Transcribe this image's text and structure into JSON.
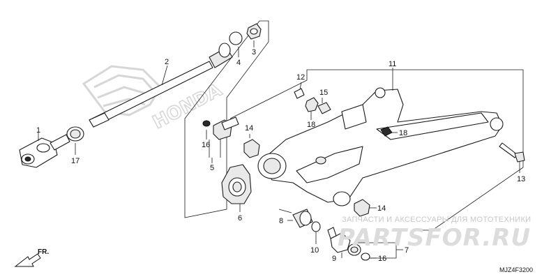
{
  "watermark": {
    "top": "ЗАПЧАСТИ И АКСЕССУАРЫ ДЛЯ МОТОТЕХНИКИ",
    "brand": "PARTSFOR.RU"
  },
  "logo_text": "HONDA",
  "diagram_code": "MJZ4F3200",
  "direction_label": "FR.",
  "callouts": {
    "c1": "1",
    "c2": "2",
    "c3": "3",
    "c4": "4",
    "c5": "5",
    "c6": "6",
    "c7": "7",
    "c8": "8",
    "c9": "9",
    "c10": "10",
    "c11": "11",
    "c12": "12",
    "c13": "13",
    "c14a": "14",
    "c14b": "14",
    "c15": "15",
    "c16a": "16",
    "c16b": "16",
    "c17": "17",
    "c18a": "18",
    "c18b": "18"
  }
}
